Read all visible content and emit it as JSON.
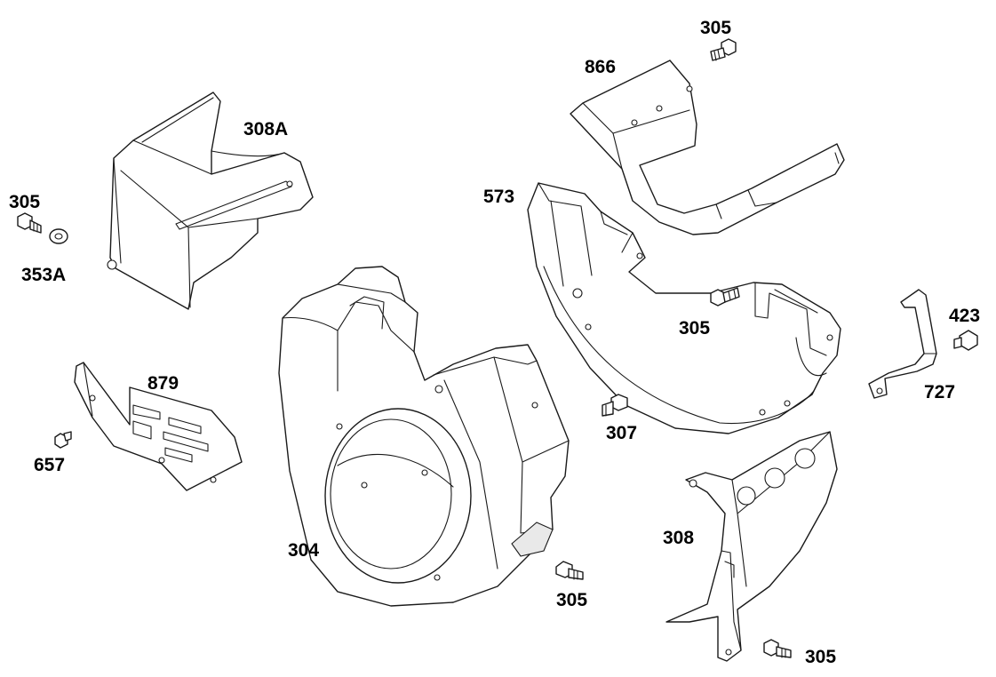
{
  "labels": {
    "l305_top": "305",
    "l866": "866",
    "l308A": "308A",
    "l305_left": "305",
    "l353A": "353A",
    "l573": "573",
    "l305_mid": "305",
    "l423": "423",
    "l727": "727",
    "l879": "879",
    "l657": "657",
    "l307": "307",
    "l304": "304",
    "l308": "308",
    "l305_bottom": "305",
    "l305_lowright": "305"
  },
  "colors": {
    "line": "#1a1a1a",
    "background": "#ffffff",
    "text": "#000000"
  }
}
